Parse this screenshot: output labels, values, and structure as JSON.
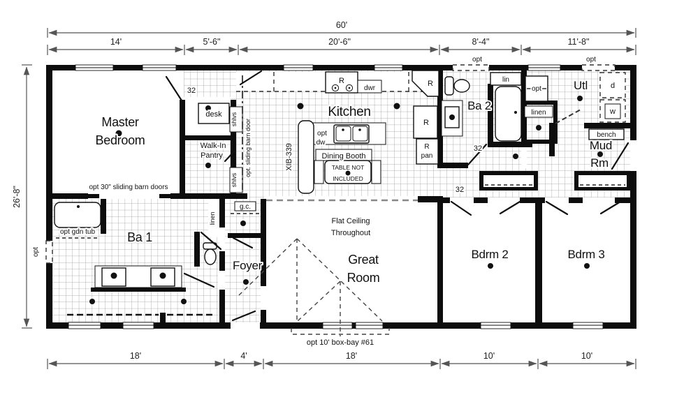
{
  "dimensions": {
    "overall_width": "60'",
    "overall_height": "26'-8\"",
    "top": [
      "14'",
      "5'-6\"",
      "20'-6\"",
      "8'-4\"",
      "11'-8\""
    ],
    "bottom": [
      "18'",
      "4'",
      "18'",
      "10'",
      "10'"
    ]
  },
  "rooms": {
    "master": [
      "Master",
      "Bedroom"
    ],
    "walk_in_pantry": [
      "Walk-In",
      "Pantry"
    ],
    "kitchen": "Kitchen",
    "bath2": "Ba 2",
    "utility": "Utl",
    "mud_room": [
      "Mud",
      "Rm"
    ],
    "bath1": "Ba 1",
    "foyer": "Foyer",
    "great_room": [
      "Great",
      "Room"
    ],
    "bedroom2": "Bdrm 2",
    "bedroom3": "Bdrm 3"
  },
  "notes": {
    "opt": "opt",
    "door_width": "32",
    "flat_ceiling": [
      "Flat Ceiling",
      "Throughout"
    ],
    "box_bay": "opt 10' box-bay #61",
    "barn_doors_30": "opt 30\" sliding barn doors",
    "barn_door_pantry": "opt. sliding barn door",
    "gdn_tub": "opt gdn tub",
    "island_model": "XIB-339",
    "dining_booth": "Dining Booth",
    "table_note": [
      "TABLE NOT",
      "INCLUDED"
    ],
    "opt_dw": [
      "opt",
      "dw"
    ]
  },
  "fixtures": {
    "desk": "desk",
    "shlvs": "shlvs",
    "r": "R",
    "pan": "pan",
    "dwr": "dwr",
    "lin": "lin",
    "linen": "linen",
    "d": "d",
    "w": "w",
    "bench": "bench",
    "gc": "g.c."
  }
}
